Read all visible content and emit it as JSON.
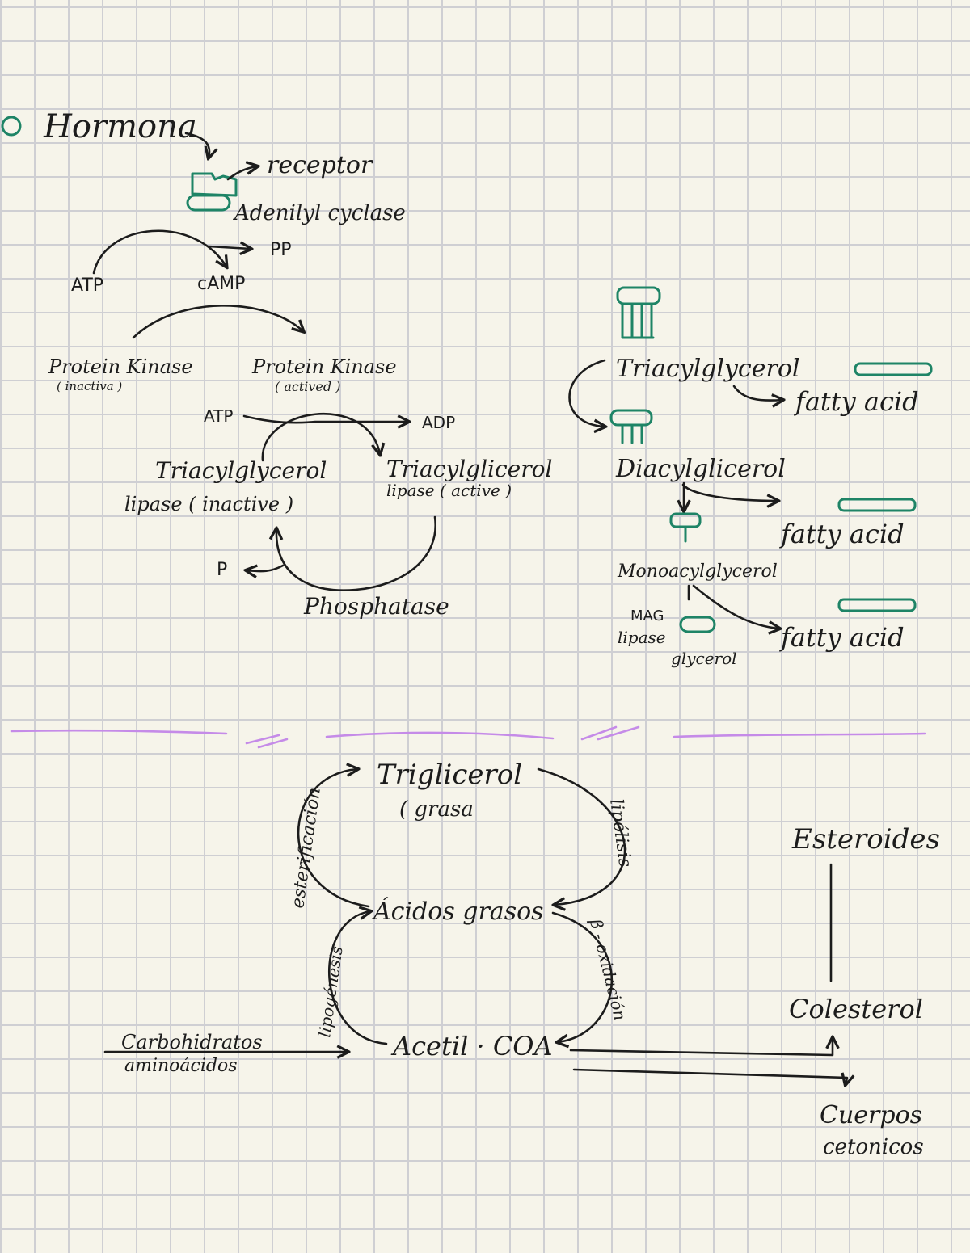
{
  "colors": {
    "ink": "#1c1c1c",
    "green": "#1e8466",
    "violet": "#c58be8",
    "paper": "#f6f4ea",
    "grid": "#cfcfd3"
  },
  "top": {
    "hormona": "Hormona",
    "receptor": "receptor",
    "adenylyl": "Adenilyl cyclase",
    "pp": "PP",
    "atp1": "ATP",
    "camp": "cAMP",
    "pk_inactive": "Protein Kinase",
    "pk_inactive_note": "( inactiva )",
    "pk_active": "Protein Kinase",
    "pk_active_note": "( actived )",
    "atp2": "ATP",
    "adp": "ADP",
    "tg_lipase_inactive_1": "Triacylglycerol",
    "tg_lipase_inactive_2": "lipase ( inactive )",
    "tg_lipase_active_1": "Triacylglicerol",
    "tg_lipase_active_2": "lipase ( active )",
    "p": "P",
    "phosphatase": "Phosphatase"
  },
  "right": {
    "triacylglycerol": "Triacylglycerol",
    "fatty1": "fatty acid",
    "diacylglycerol": "Diacylglicerol",
    "fatty2": "fatty acid",
    "monoacylglycerol": "Monoacylglycerol",
    "mag": "MAG",
    "lipase": "lipase",
    "fatty3": "fatty acid",
    "glycerol": "glycerol"
  },
  "bottom": {
    "trigliceridos": "Triglicerol",
    "grasa": "( grasa",
    "esterificacion": "esterificación",
    "lipolisis": "lipólisis",
    "acidos": "Ácidos grasos",
    "lipogenesis": "lipogénesis",
    "beta": "β - oxidación",
    "acetil": "Acetil · COA",
    "carbohidratos": "Carbohidratos",
    "aminoacidos": "aminoácidos",
    "esteroides": "Esteroides",
    "colesterol": "Colesterol",
    "cuerpos1": "Cuerpos",
    "cuerpos2": "cetonicos"
  }
}
